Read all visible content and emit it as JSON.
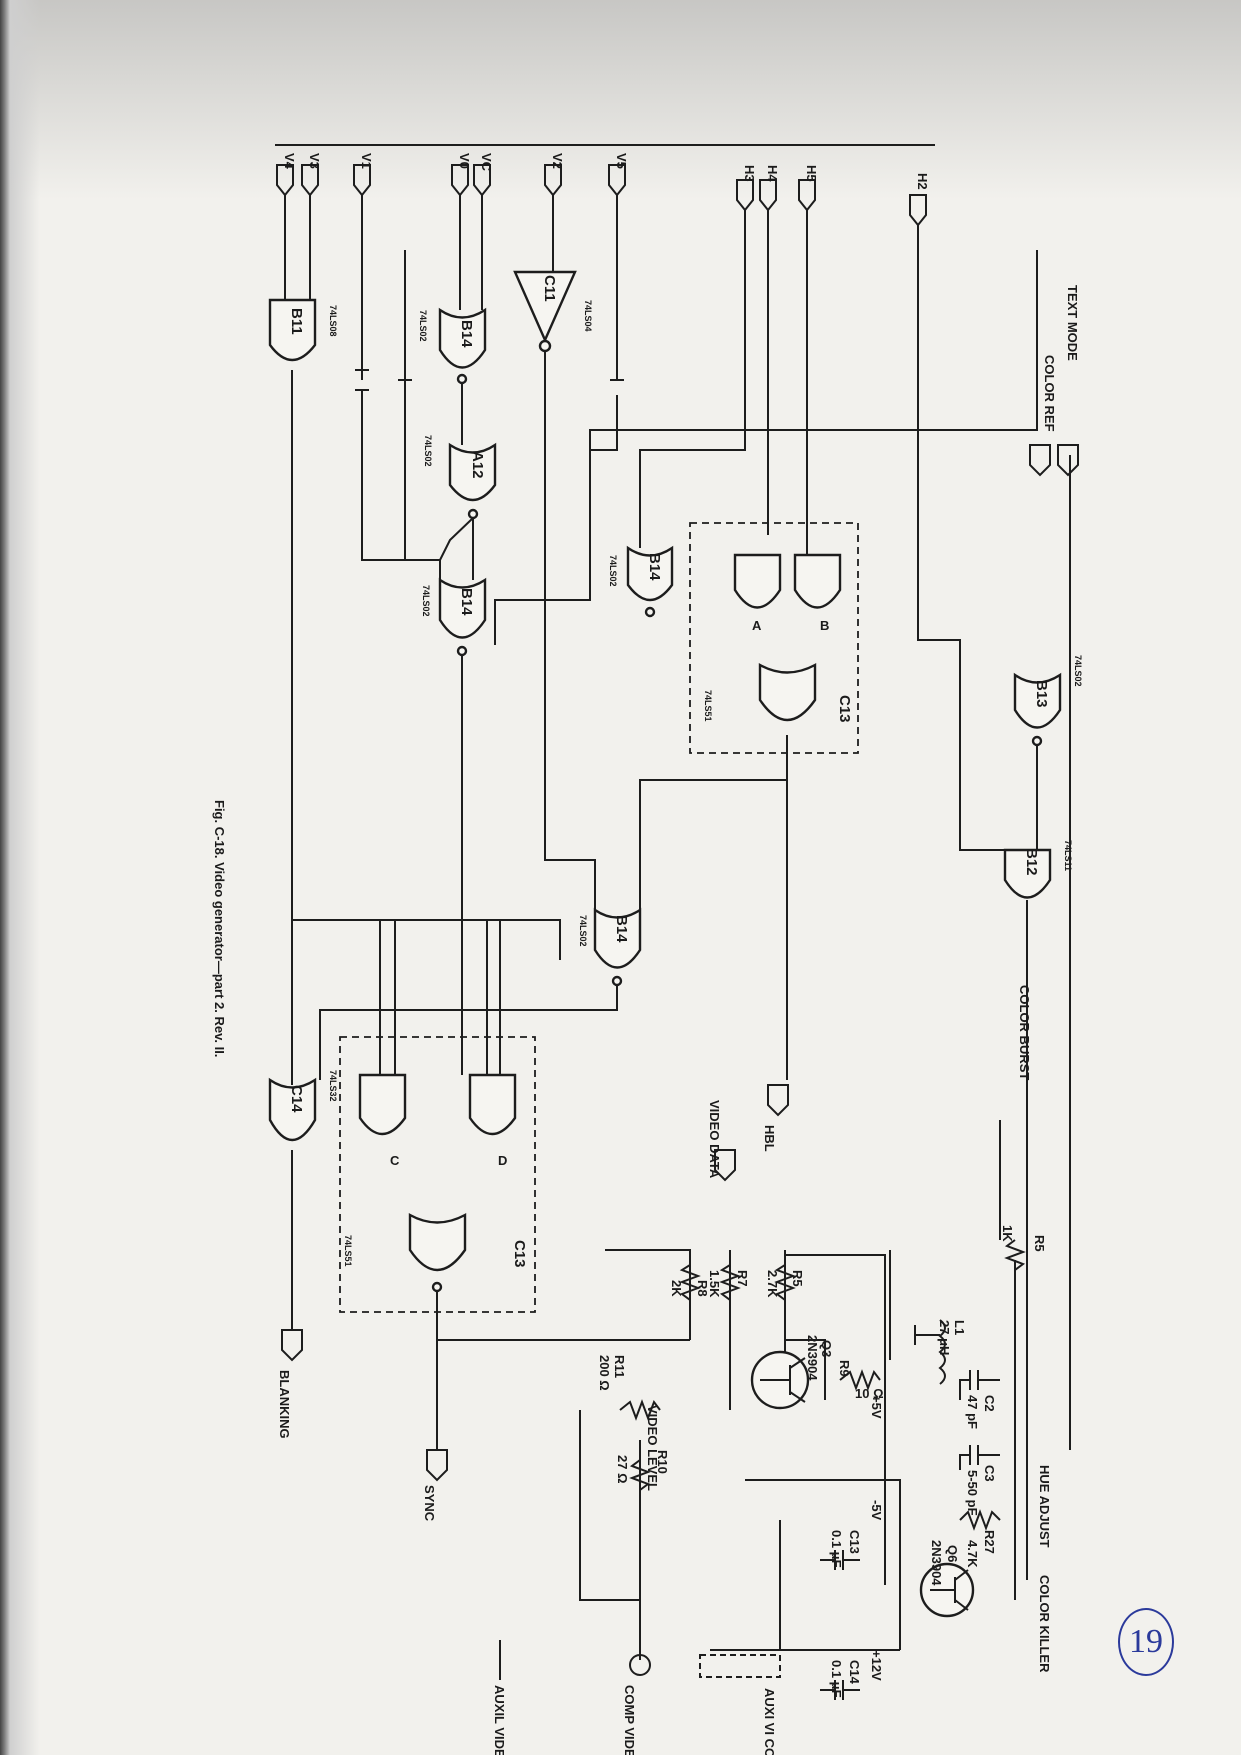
{
  "figure": {
    "caption": "Fig. C-18. Video generator—part 2. Rev. II.",
    "page_number": "19"
  },
  "ics": {
    "b11": {
      "name": "B11",
      "part": "74LS08"
    },
    "b14a": {
      "name": "B14",
      "part": "74LS02"
    },
    "c11": {
      "name": "C11",
      "part": "74LS04"
    },
    "a12": {
      "name": "A12",
      "part": "74LS02"
    },
    "b14b": {
      "name": "B14",
      "part": "74LS02"
    },
    "b14c": {
      "name": "B14",
      "part": "74LS02"
    },
    "c13a": {
      "name": "C13",
      "part": "74LS51",
      "gate_a": "A",
      "gate_b": "B"
    },
    "b13": {
      "name": "B13",
      "part": "74LS02"
    },
    "b12": {
      "name": "B12",
      "part": "74LS11"
    },
    "b14d": {
      "name": "B14",
      "part": "74LS02"
    },
    "c14": {
      "name": "C14",
      "part": "74LS32"
    },
    "c13b": {
      "name": "C13",
      "part": "74LS51",
      "gate_c": "C",
      "gate_d": "D"
    }
  },
  "inputs": [
    "V4",
    "V3",
    "V1",
    "V0",
    "VC",
    "V2",
    "V5",
    "H3",
    "H4",
    "H5",
    "H2"
  ],
  "mode_inputs": {
    "text_mode": "TEXT MODE",
    "color_ref": "COLOR REF"
  },
  "signals": {
    "color_burst": "COLOR BURST",
    "hbl": "HBL",
    "video_data": "VIDEO DATA",
    "blanking": "BLANKING",
    "sync": "SYNC",
    "color_killer": "COLOR KILLER",
    "hue_adjust": "HUE ADJUST",
    "video_level": "VIDEO LEVEL",
    "comp_video": "COMP VIDEO",
    "auxil_video": "AUXIL VIDEO",
    "aux_video_conn": "AUXI VI CONN"
  },
  "components": {
    "r5": {
      "ref": "R5",
      "value": "2.7K"
    },
    "r7": {
      "ref": "R7",
      "value": "1.5K"
    },
    "r8": {
      "ref": "R8",
      "value": "2K"
    },
    "r9": {
      "ref": "R9",
      "value": "10 Ω"
    },
    "r10": {
      "ref": "R10",
      "value": "27 Ω"
    },
    "r11": {
      "ref": "R11",
      "value": "200 Ω"
    },
    "r_top": {
      "ref": "R5",
      "value": "1K"
    },
    "r27": {
      "ref": "R27",
      "value": "4.7K"
    },
    "q3": {
      "ref": "Q3",
      "value": "2N3904"
    },
    "q6": {
      "ref": "Q6",
      "value": "2N3904"
    },
    "l1": {
      "ref": "L1",
      "value": "27 μH"
    },
    "c2": {
      "ref": "C2",
      "value": "47 pF"
    },
    "c3": {
      "ref": "C3",
      "value": "5-50 pF"
    },
    "c13": {
      "ref": "C13",
      "value": "0.1 μF"
    },
    "c14": {
      "ref": "C14",
      "value": "0.1 μF"
    }
  },
  "rails": {
    "p5v": "+5V",
    "m5v": "-5V",
    "p12v": "+12V"
  }
}
